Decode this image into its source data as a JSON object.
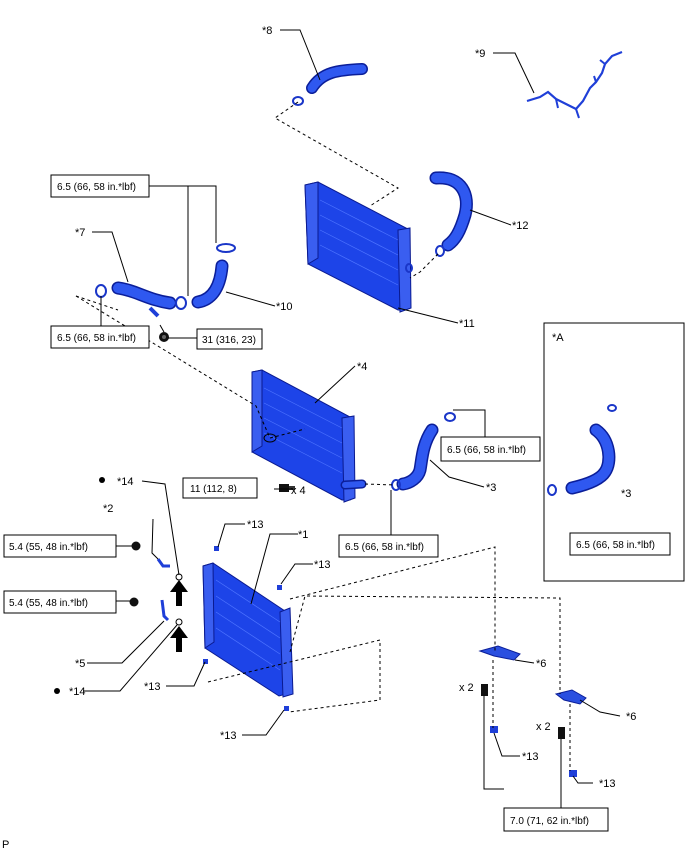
{
  "callouts": {
    "c1": "*1",
    "c2": "*2",
    "c3a": "*3",
    "c3b": "*3",
    "c4": "*4",
    "c5": "*5",
    "c6a": "*6",
    "c6b": "*6",
    "c7": "*7",
    "c8": "*8",
    "c9": "*9",
    "c10": "*10",
    "c11": "*11",
    "c12": "*12",
    "c13a": "*13",
    "c13b": "*13",
    "c13c": "*13",
    "c13d": "*13",
    "c13e": "*13",
    "c13f": "*13",
    "c14a": "*14",
    "c14b": "*14"
  },
  "torque": {
    "t1": "6.5 (66, 58 in.*lbf)",
    "t2": "6.5 (66, 58 in.*lbf)",
    "t3": "31 (316, 23)",
    "t4": "6.5 (66, 58 in.*lbf)",
    "t5": "11 (112, 8)",
    "t6": "6.5 (66, 58 in.*lbf)",
    "t7": "5.4 (55, 48 in.*lbf)",
    "t8": "5.4 (55, 48 in.*lbf)",
    "t9": "6.5 (66, 58 in.*lbf)",
    "t10": "7.0 (71, 62 in.*lbf)"
  },
  "quantities": {
    "q1": "x 4",
    "q2": "x 2",
    "q3": "x 2"
  },
  "inset_label": "*A",
  "corner_mark": "P",
  "colors": {
    "part_blue": "#2a4fe0",
    "outline": "#000000",
    "arrow": "#000000"
  }
}
